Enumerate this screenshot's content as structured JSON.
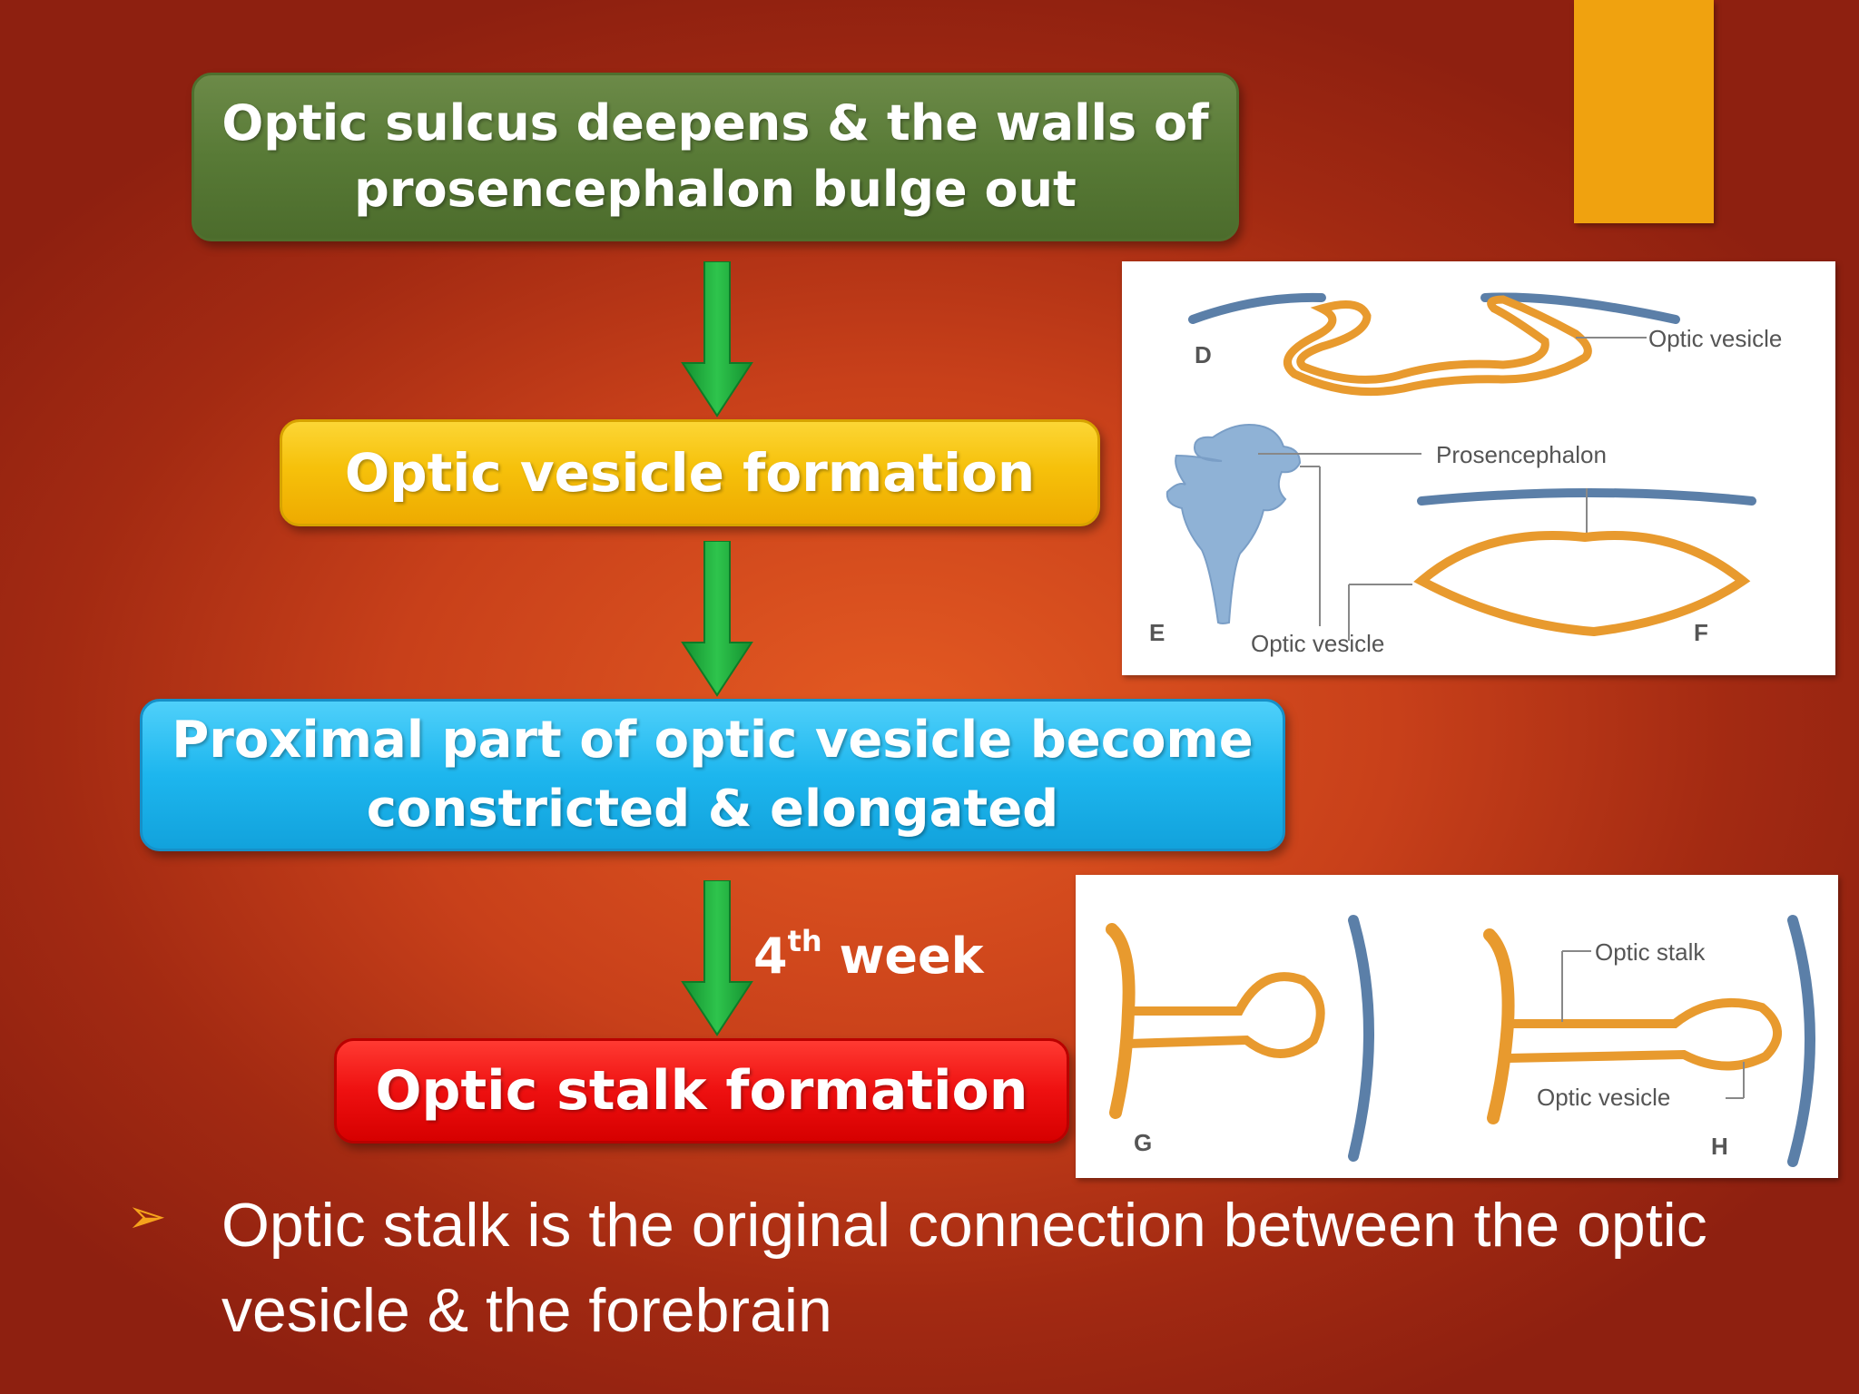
{
  "flow": {
    "step1": "Optic sulcus deepens & the walls of prosencephalon bulge out",
    "step2": "Optic vesicle formation",
    "step3": "Proximal part of optic vesicle become constricted & elongated",
    "step4": "Optic stalk formation",
    "arrow3_label_num": "4",
    "arrow3_label_sup": "th",
    "arrow3_label_word": "week"
  },
  "figure_top": {
    "label_d": "D",
    "label_e": "E",
    "label_f": "F",
    "optic_vesicle_d": "Optic vesicle",
    "prosencephalon": "Prosencephalon",
    "optic_vesicle_e": "Optic vesicle"
  },
  "figure_bottom": {
    "label_g": "G",
    "label_h": "H",
    "optic_stalk": "Optic stalk",
    "optic_vesicle": "Optic vesicle"
  },
  "bullet": {
    "marker": "➢",
    "text": "Optic stalk is the original connection between the optic vesicle & the forebrain"
  },
  "colors": {
    "green": "#5a7b38",
    "yellow": "#f5c007",
    "blue": "#1fb5ee",
    "red": "#ec1010",
    "arrow": "#1faa3c",
    "accent": "#f0a20f",
    "orange_tissue": "#e89a2e",
    "blue_tissue": "#5b7fa8"
  }
}
